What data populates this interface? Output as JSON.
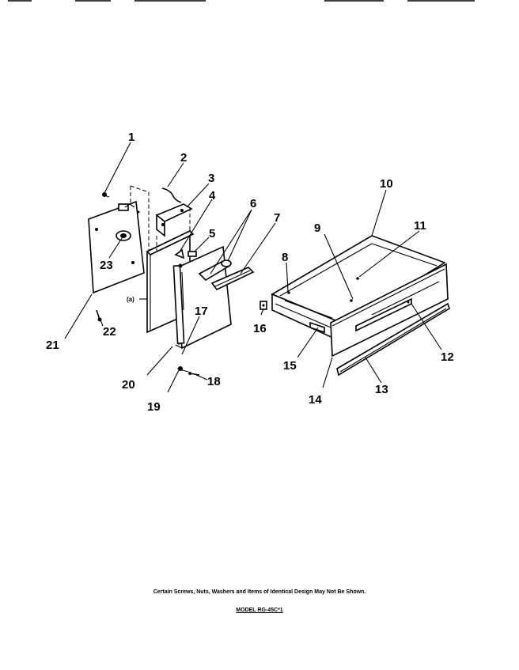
{
  "parts": {
    "p1": "1",
    "p2": "2",
    "p3": "3",
    "p4": "4",
    "p5": "5",
    "p6": "6",
    "p7": "7",
    "p8": "8",
    "p9": "9",
    "p10": "10",
    "p11": "11",
    "p12": "12",
    "p13": "13",
    "p14": "14",
    "p15": "15",
    "p16": "16",
    "p17": "17",
    "p18": "18",
    "p19": "19",
    "p20": "20",
    "p21": "21",
    "p22": "22",
    "p23": "23"
  },
  "callout_a": "(a)",
  "footnote": "Certain Screws, Nuts, Washers and Items of Identical Design May Not Be Shown.",
  "model": "MODEL RG-45C*1"
}
